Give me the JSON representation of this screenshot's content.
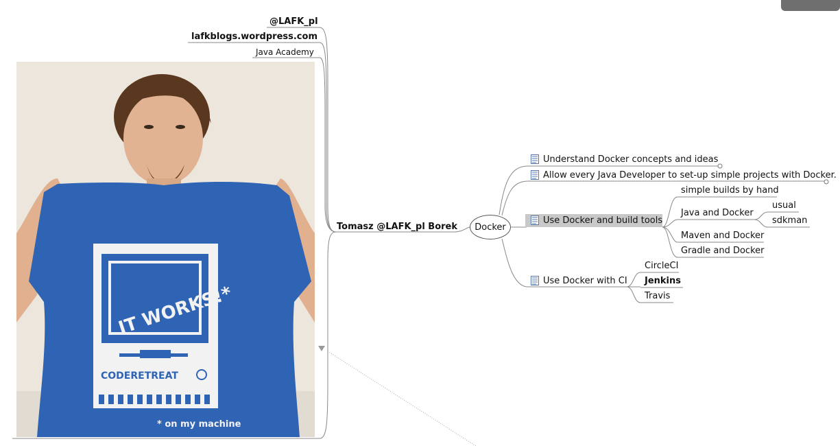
{
  "root": {
    "label": "Tomasz @LAFK_pl Borek"
  },
  "photo_links": [
    {
      "label": "@LAFK_pl"
    },
    {
      "label": "lafkblogs.wordpress.com"
    },
    {
      "label": "Java Academy"
    }
  ],
  "photo": {
    "shirt_title": "IT WORKS!*",
    "shirt_brand": "CODERETREAT",
    "shirt_footnote": "* on my machine"
  },
  "center": {
    "label": "Docker"
  },
  "branches": {
    "understand": "Understand Docker concepts and ideas",
    "allow": "Allow every Java Developer to set-up simple projects with Docker.",
    "build_tools": "Use Docker and build tools",
    "ci": "Use Docker with CI"
  },
  "build_tools_children": {
    "simple": "simple builds by hand",
    "java": "Java and Docker",
    "usual": "usual",
    "sdkman": "sdkman",
    "maven": "Maven and Docker",
    "gradle": "Gradle and Docker"
  },
  "ci_children": {
    "circleci": "CircleCI",
    "jenkins": "Jenkins",
    "travis": "Travis"
  },
  "colors": {
    "line": "#888888",
    "selected": "#c8c8c8",
    "shirt": "#2f63b4"
  },
  "icons": [
    "note-icon",
    "collapse-arrow-icon",
    "fold-circle-icon"
  ]
}
